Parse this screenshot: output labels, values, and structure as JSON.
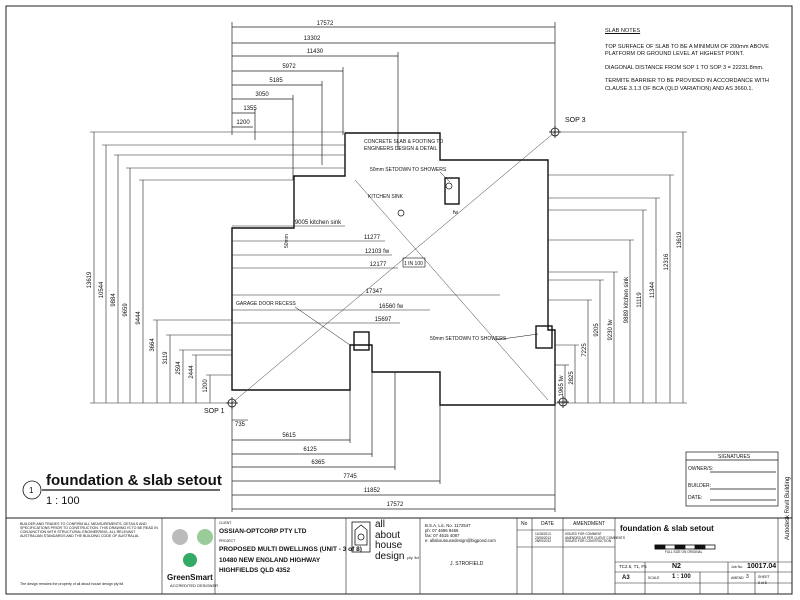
{
  "sheet": {
    "slab_notes": {
      "heading": "SLAB NOTES",
      "lines": [
        "TOP SURFACE OF SLAB TO BE A MINIMUM OF 200mm ABOVE PLATFORM OR GROUND LEVEL AT HIGHEST POINT.",
        "DIAGONAL DISTANCE FROM SOP 1 TO SOP 3 = 22231.8mm.",
        "TERMITE BARRIER TO BE PROVIDED IN ACCORDANCE WITH CLAUSE 3.1.3 OF BCA (QLD VARIATION) AND AS 3660.1."
      ]
    },
    "top_dims": [
      "17572",
      "13302",
      "11430",
      "5972",
      "5185",
      "3050",
      "1355",
      "1200"
    ],
    "bottom_dims": [
      "5615",
      "6125",
      "6365",
      "7745",
      "11852",
      "17572"
    ],
    "left_dims": [
      "13619",
      "10544",
      "9884",
      "9659",
      "9444",
      "3664",
      "3119",
      "2594",
      "2444",
      "1200"
    ],
    "right_dims": [
      "13619",
      "12316",
      "11344",
      "11119",
      "9889 kitchen sink",
      "9230 fw",
      "9205",
      "7225",
      "2825",
      "1965 fw"
    ],
    "inner_dims": [
      "9005 kitchen sink",
      "11277",
      "12103 fw",
      "12177",
      "17347",
      "16560 fw",
      "15697",
      "735"
    ],
    "points": {
      "sop1": "SOP 1",
      "sop3": "SOP 3"
    },
    "labels": {
      "concrete": "CONCRETE SLAB & FOOTING TO ENGINEERS DESIGN & DETAIL",
      "setdown_top": "50mm SETDOWN TO SHOWERS",
      "setdown_right": "50mm SETDOWN TO SHOWERS",
      "kitchen": "KITCHEN SINK",
      "garage": "GARAGE DOOR RECESS",
      "fw": "fw",
      "dim_50": "50mm",
      "drop": "1 IN 100"
    },
    "drawing_title": "foundation & slab setout",
    "drawing_scale": "1 : 100",
    "drawing_number_circle": "1",
    "signatures": {
      "heading": "SIGNATURES",
      "rows": [
        "OWNER/S:",
        "BUILDER:",
        "DATE:"
      ]
    },
    "side_text": "Autodesk Revit Building"
  },
  "title_block": {
    "disclaimer": "BUILDER AND TRADES TO CONFIRM ALL MEASUREMENTS, DETAILS AND SPECIFICATIONS PRIOR TO CONSTRUCTION. THIS DRAWING IS TO BE READ IN CONJUNCTION WITH STRUCTURAL ENGINEERING, ALL RELEVANT AUSTRALIAN STANDARDS AND THE BUILDING CODE OF AUSTRALIA.",
    "copyright": "The design remains the property of all about house design pty ltd",
    "green_smart": "GreenSmart",
    "green_smart_sub": "ACCREDITED DESIGNER",
    "client_label": "CLIENT",
    "client": "OSSIAN-OPTCORP PTY LTD",
    "project_label": "PROJECT",
    "project": "PROPOSED MULTI DWELLINGS  (UNIT - 3 of 8)",
    "address1": "10480 NEW ENGLAND HIGHWAY",
    "address2": "HIGHFIELDS QLD 4352",
    "firm": [
      "all",
      "about",
      "house",
      "design"
    ],
    "firm_suffix": "pty. ltd",
    "licence": "B.S.A. Lic. No. 1172547",
    "phone": "ph:  07 4696 8466",
    "fax": "fax: 07 4615 4087",
    "email": "e: allaboutousedesign@bigpond.com",
    "drawn_by": "J. STROFIELD",
    "no_header": "No",
    "date_header": "DATE",
    "amendment_header": "AMENDMENT",
    "amendments": [
      {
        "date": "11/08/2013",
        "text": "ISSUED FOR COMMENT"
      },
      {
        "date": "23/08/2013",
        "text": "AMENDED AS PER CLIENT COMMENTS"
      },
      {
        "date": "28/09/2013",
        "text": "ISSUED FOR CONSTRUCTION"
      }
    ],
    "sheet_title": "foundation & slab setout",
    "full_size": "FULL SIZE ON ORIGINAL",
    "climate": "TC2.5, T1, F5",
    "sheet_no": "N2",
    "job_label": "Job No.",
    "job_no": "10017.04",
    "paper": "A3",
    "scale_label": "SCALE",
    "scale": "1 : 100",
    "amend_label": "AMEND",
    "amend_no": "3",
    "sheet_label": "SHEET",
    "sheet_of": "8 of 8"
  }
}
